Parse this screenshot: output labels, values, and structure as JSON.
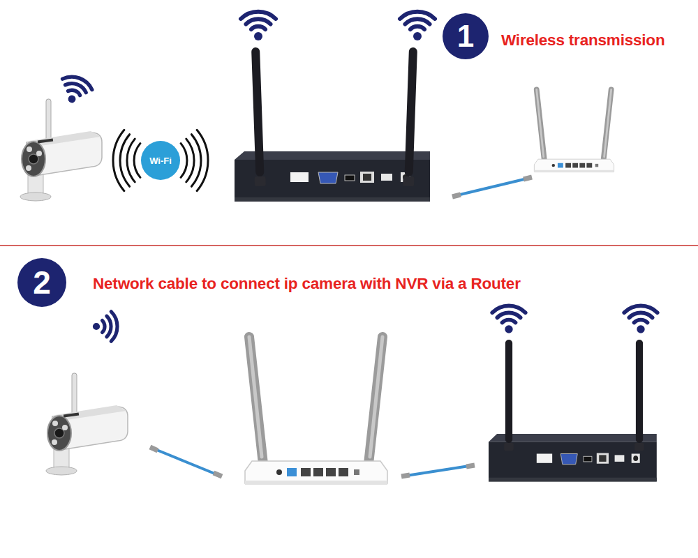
{
  "diagram": {
    "nodes": [
      {
        "text": [
          "1"
        ]
      },
      {
        "text": [
          "Wi-Fi"
        ]
      },
      {
        "text": [
          "2"
        ]
      }
    ],
    "labels": [
      "Wireless transmission",
      "Network cable to connect ip camera with NVR via a Router"
    ]
  }
}
